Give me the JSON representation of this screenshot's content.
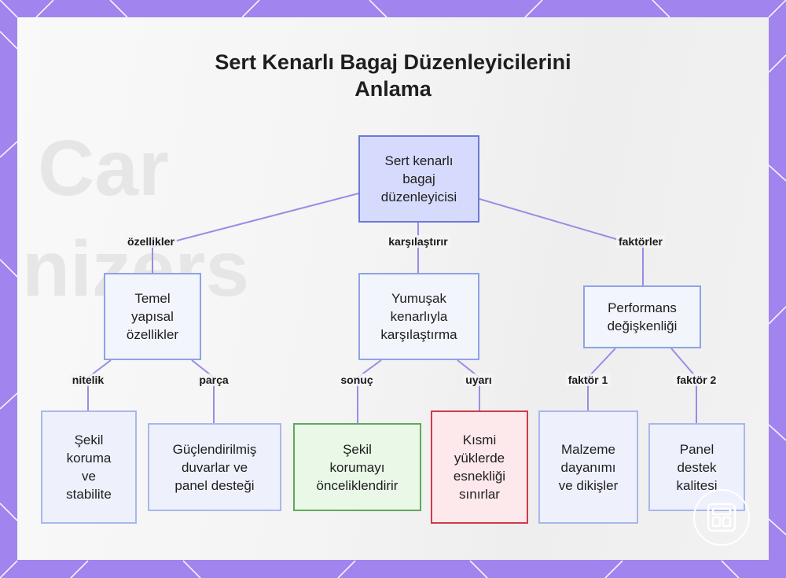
{
  "title": {
    "line1": "Sert Kenarlı Bagaj Düzenleyicilerini",
    "line2": "Anlama"
  },
  "watermark": {
    "word1": "Car",
    "word2": "nizers"
  },
  "nodes": {
    "root": "Sert kenarlı\nbagaj\ndüzenleyicisi",
    "features": "Temel\nyapısal\nözellikler",
    "comparison": "Yumuşak\nkenarlıyla\nkarşılaştırma",
    "performance": "Performans\ndeğişkenliği",
    "shape": "Şekil\nkoruma\nve\nstabilite",
    "walls": "Güçlendirilmiş\nduvarlar ve\npanel desteği",
    "result": "Şekil\nkorumayı\nönceliklendirir",
    "warning": "Kısmi\nyüklerde\nesnekliği\nsınırlar",
    "material": "Malzeme\ndayanımı\nve dikişler",
    "panel": "Panel\ndestek\nkalitesi"
  },
  "edge_labels": {
    "features": "özellikler",
    "compares": "karşılaştırır",
    "factors": "faktörler",
    "attribute": "nitelik",
    "part": "parça",
    "result": "sonuç",
    "warning": "uyarı",
    "factor1": "faktör 1",
    "factor2": "faktör 2"
  },
  "colors": {
    "frame": "#a184ee",
    "edge": "#9b8be6",
    "root_fill": "#d6dafc",
    "node_border": "#8ea3e6",
    "green_border": "#5faa5a",
    "red_border": "#cf3a4a"
  },
  "icons": {
    "corner": "app-grid-icon"
  }
}
